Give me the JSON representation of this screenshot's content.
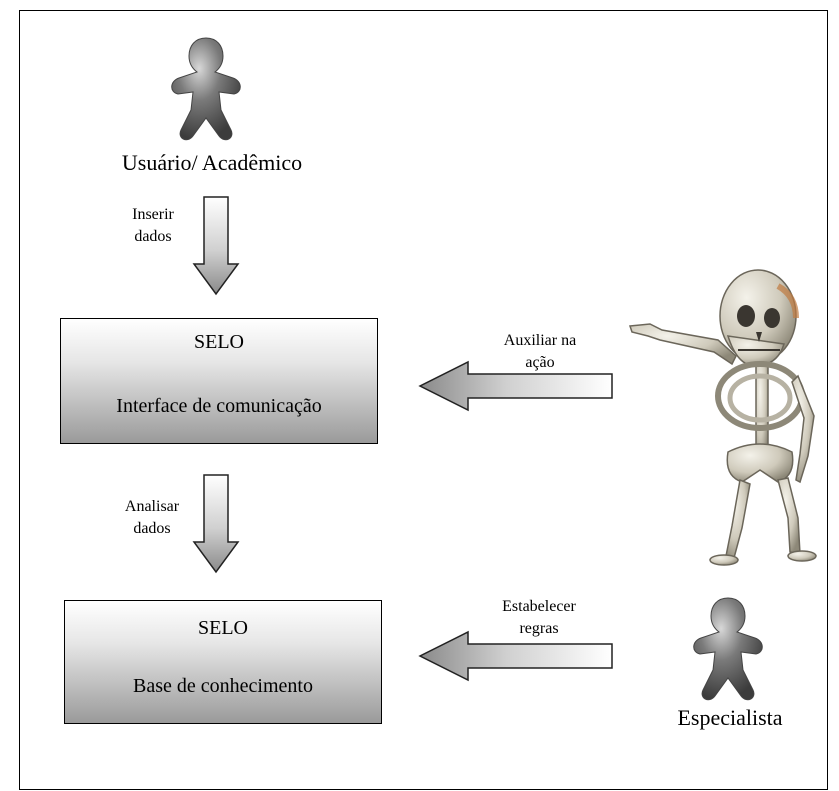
{
  "user_actor": {
    "label": "Usuário/ Acadêmico",
    "icon": "person-icon"
  },
  "specialist_actor": {
    "label": "Especialista",
    "icon": "person-icon"
  },
  "skeleton": {
    "icon": "pointing-skeleton-icon"
  },
  "arrow_insert": {
    "line1": "Inserir",
    "line2": "dados"
  },
  "arrow_analyze": {
    "line1": "Analisar",
    "line2": "dados"
  },
  "arrow_assist": {
    "line1": "Auxiliar na",
    "line2": "ação"
  },
  "arrow_rules": {
    "line1": "Estabelecer",
    "line2": "regras"
  },
  "box_interface": {
    "title": "SELO",
    "subtitle": "Interface de comunicação"
  },
  "box_knowledge": {
    "title": "SELO",
    "subtitle": "Base de conhecimento"
  },
  "colors": {
    "actor_fill": "#6e6e6e",
    "box_gradient_dark": "#9a9a9a",
    "border": "#000000"
  }
}
